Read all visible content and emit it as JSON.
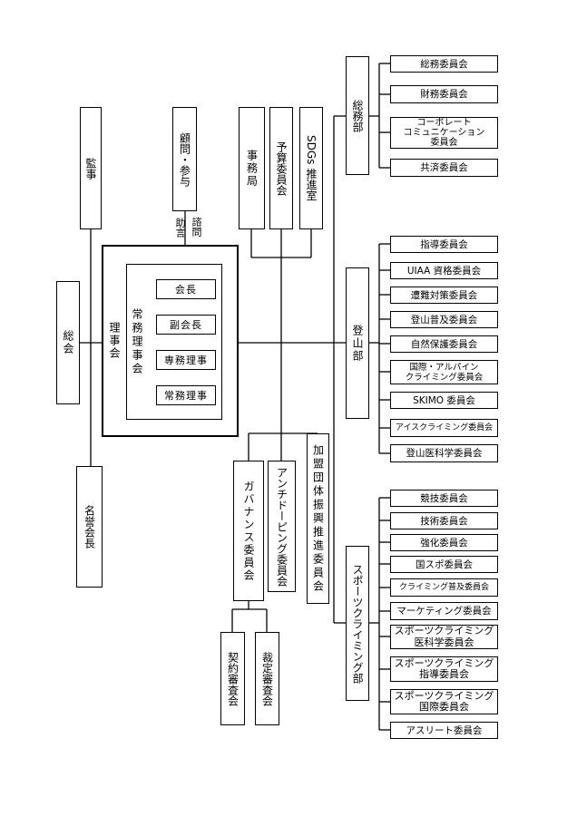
{
  "left": {
    "auditor": "監事",
    "general_assembly": "総会",
    "honorary_president": "名誉会長"
  },
  "advisors": {
    "label": "顧問・参与",
    "advice": "助言",
    "consult": "諮問"
  },
  "board": {
    "label": "理事会",
    "executive": {
      "label": "常務理事会",
      "members": [
        "会長",
        "副会長",
        "専務理事",
        "常務理事"
      ]
    }
  },
  "offices": [
    "事務局",
    "予算委員会",
    "SDGs 推進室"
  ],
  "committees": [
    "ガバナンス委員会",
    "アンチドーピング委員会",
    "加盟団体振興推進委員会"
  ],
  "review_boards": [
    "契約審査会",
    "裁定審査会"
  ],
  "departments": [
    {
      "name": "総務部",
      "committees": [
        [
          "総務委員会"
        ],
        [
          "財務委員会"
        ],
        [
          "コーポレート",
          "コミュニケーション",
          "委員会"
        ],
        [
          "共済委員会"
        ]
      ]
    },
    {
      "name": "登山部",
      "committees": [
        [
          "指導委員会"
        ],
        [
          "UIAA 資格委員会"
        ],
        [
          "遭難対策委員会"
        ],
        [
          "登山普及委員会"
        ],
        [
          "自然保護委員会"
        ],
        [
          "国際・アルパイン",
          "クライミング委員会"
        ],
        [
          "SKIMO 委員会"
        ],
        [
          "アイスクライミング委員会"
        ],
        [
          "登山医科学委員会"
        ]
      ]
    },
    {
      "name": "スポーツクライミング部",
      "committees": [
        [
          "競技委員会"
        ],
        [
          "技術委員会"
        ],
        [
          "強化委員会"
        ],
        [
          "国スポ委員会"
        ],
        [
          "クライミング普及委員会"
        ],
        [
          "マーケティング委員会"
        ],
        [
          "スポーツクライミング",
          "医科学委員会"
        ],
        [
          "スポーツクライミング",
          "指導委員会"
        ],
        [
          "スポーツクライミング",
          "国際委員会"
        ],
        [
          "アスリート委員会"
        ]
      ]
    }
  ]
}
